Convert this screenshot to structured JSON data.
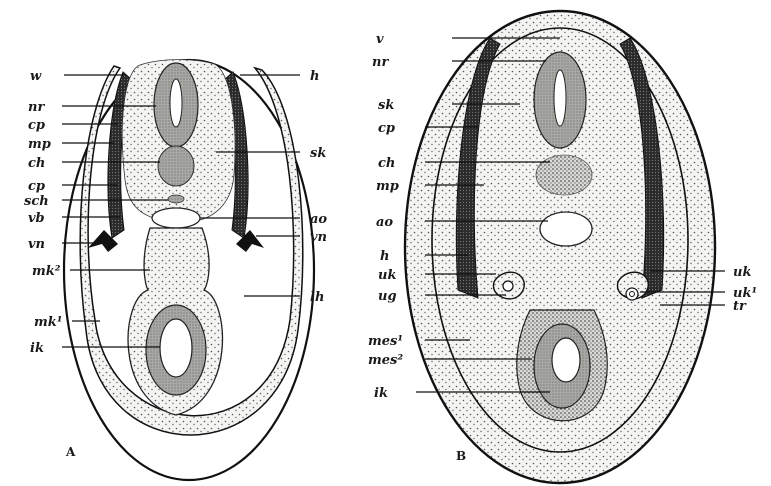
{
  "figure_A": {
    "panel_label": "A",
    "left_labels": [
      "w",
      "nr",
      "cp",
      "mp",
      "ch",
      "cp",
      "sch",
      "vb",
      "vn",
      "mk²",
      "mk¹",
      "ik"
    ],
    "right_labels": [
      "h",
      "sk",
      "ao",
      "vn",
      "lh"
    ]
  },
  "figure_B": {
    "panel_label": "B",
    "left_labels": [
      "v",
      "nr",
      "sk",
      "cp",
      "ch",
      "mp",
      "ao",
      "h",
      "uk",
      "ug",
      "mes¹",
      "mes²",
      "ik"
    ],
    "right_labels": [
      "uk",
      "uk¹",
      "tr"
    ]
  }
}
